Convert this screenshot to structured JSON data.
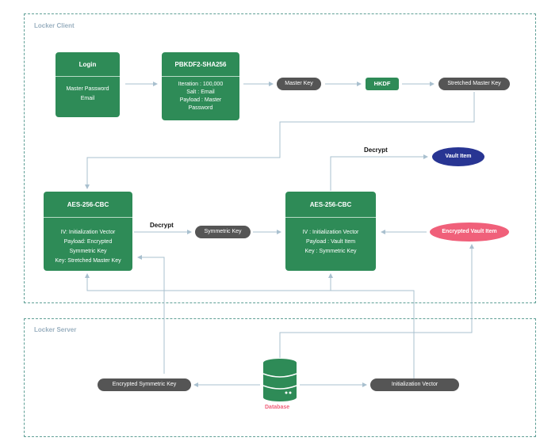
{
  "regions": {
    "client_label": "Locker Client",
    "server_label": "Locker Server"
  },
  "login": {
    "title": "Login",
    "line1": "Master Password",
    "line2": "Email"
  },
  "pbkdf2": {
    "title": "PBKDF2-SHA256",
    "line1": "Iteration : 100,000",
    "line2": "Salt : Email",
    "line3": "Payload : Master",
    "line4": "Password"
  },
  "nodes": {
    "master_key": "Master Key",
    "hkdf": "HKDF",
    "stretched_master_key": "Stretched Master Key",
    "symmetric_key": "Symmetric Key",
    "vault_item": "Vault Item",
    "encrypted_vault_item": "Encrypted Vault Item",
    "encrypted_symmetric_key": "Encrypted Symmetric Key",
    "initialization_vector": "Initialization Vector",
    "database": "Database"
  },
  "aes_left": {
    "title": "AES-256-CBC",
    "line1": "IV: Initialization Vector",
    "line2": "Payload: Encrypted",
    "line3": "Symmetric Key",
    "line4": "Key: Stretched Master Key"
  },
  "aes_right": {
    "title": "AES-256-CBC",
    "line1": "IV : Initialization Vector",
    "line2": "Payload : Vault Item",
    "line3": "Key : Symmetric Key"
  },
  "edge_labels": {
    "decrypt_left": "Decrypt",
    "decrypt_right": "Decrypt"
  },
  "colors": {
    "green": "#2e8b57",
    "pill": "#555555",
    "blue": "#283593",
    "red": "#f0607a",
    "dash": "#5f9f96",
    "arrow": "#a9c0cf"
  }
}
